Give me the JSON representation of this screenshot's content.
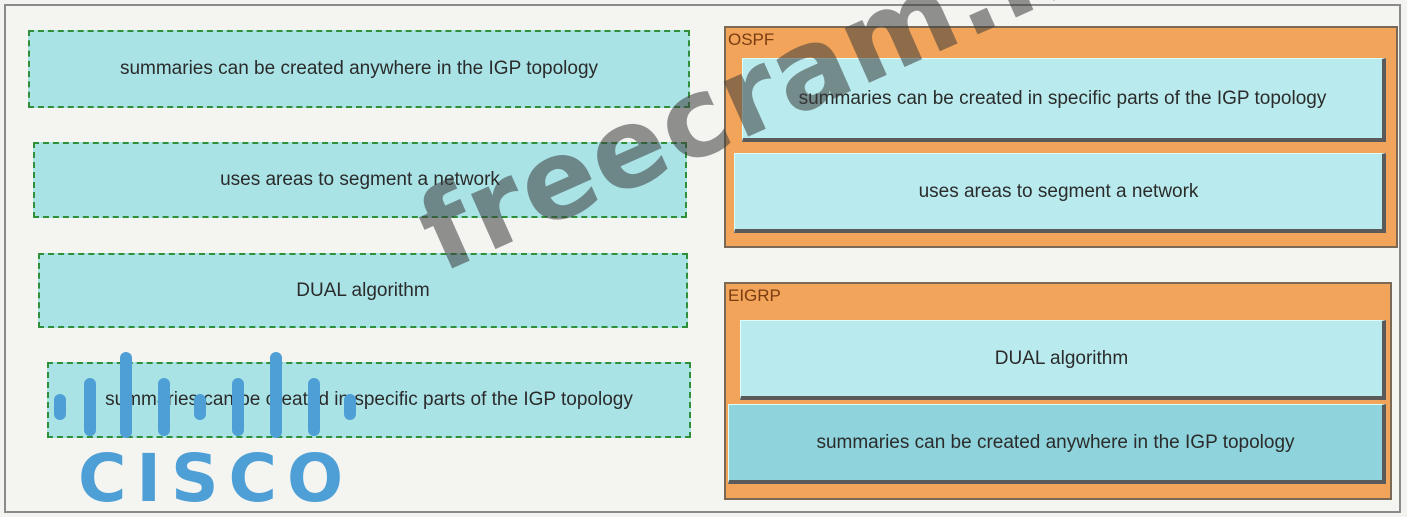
{
  "source_items": [
    {
      "label": "summaries can be created anywhere in the IGP topology"
    },
    {
      "label": "uses areas to segment a network"
    },
    {
      "label": "DUAL algorithm"
    },
    {
      "label": "summaries can be created in specific parts of the IGP topology"
    }
  ],
  "targets": {
    "ospf": {
      "title": "OSPF",
      "items": [
        {
          "label": "summaries can be created in specific parts of the IGP topology"
        },
        {
          "label": "uses areas to segment a network"
        }
      ]
    },
    "eigrp": {
      "title": "EIGRP",
      "items": [
        {
          "label": "DUAL algorithm"
        },
        {
          "label": "summaries can be created anywhere in the IGP topology"
        }
      ]
    }
  },
  "watermark": "freecram.net",
  "logo": {
    "text": "CISCO",
    "color": "#4d9fd6"
  },
  "colors": {
    "item_bg": "#a9e3e6",
    "target_bg": "#f1a45a",
    "dashed_border": "#2f8f3a"
  }
}
